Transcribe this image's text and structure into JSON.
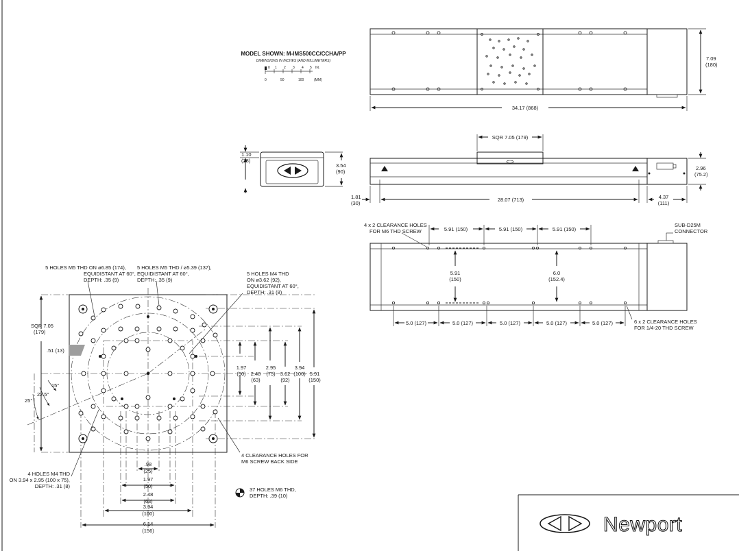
{
  "title_block": {
    "model_shown": "MODEL SHOWN: M-IMS500CC/CCHA/PP",
    "units_note": "DIMENSIONS IN INCHES (AND MILLIMETERS)",
    "scale_inch_labels": [
      "0",
      "1",
      "2",
      "3",
      "4",
      "5",
      "IN."
    ],
    "scale_mm_labels": [
      "0",
      "50",
      "100",
      "(MM)"
    ]
  },
  "top_view": {
    "height_in": "7.09",
    "height_mm": "(180)",
    "length": "34.17 (868)"
  },
  "side_view": {
    "carriage": "SQR 7.05 (179)",
    "height_in": "2.96",
    "height_mm": "(75.2)",
    "left_in": "1.81",
    "left_mm": "(30)",
    "travel": "28.07 (713)",
    "right_in": "4.37",
    "right_mm": "(111)"
  },
  "end_view": {
    "top_in": "1.10",
    "top_mm": "(28)",
    "height_in": "3.54",
    "height_mm": "(90)"
  },
  "base_view": {
    "clearance_top_1": "4 x 2 CLEARANCE HOLES",
    "clearance_top_2": "FOR M6 THD SCREW",
    "spacing_top": [
      "5.91 (150)",
      "5.91 (150)",
      "5.91 (150)"
    ],
    "connector_1": "SUB-D25M",
    "connector_2": "CONNECTOR",
    "inner_1_in": "5.91",
    "inner_1_mm": "(150)",
    "inner_2_in": "6.0",
    "inner_2_mm": "(152.4)",
    "spacing_bottom": [
      "5.0 (127)",
      "5.0 (127)",
      "5.0 (127)",
      "5.0 (127)",
      "5.0 (127)"
    ],
    "clearance_bottom_1": "6 x 2 CLEARANCE HOLES",
    "clearance_bottom_2": "FOR 1/4-20 THD SCREW"
  },
  "carriage_view": {
    "note_a": [
      "5 HOLES M5 THD ON ø6.85 (174),",
      "EQUIDISTANT AT 60°,",
      "DEPTH: .35 (9)"
    ],
    "note_b": [
      "5 HOLES M5 THD / ø5.39 (137),",
      "EQUIDISTANT AT 60°,",
      "DEPTH: .35 (9)"
    ],
    "note_c": [
      "5 HOLES M4 THD",
      "ON ø3.62 (92),",
      "EQUIDISTANT AT 60°,",
      "DEPTH: .31 (8)"
    ],
    "sqr_in": "SQR 7.05",
    "sqr_mm": "(179)",
    "offset": ".51 (13)",
    "angle_15": "15°",
    "angle_225": "22.5°",
    "angle_25": "25°",
    "v_dims": [
      {
        "in": "1.97",
        "mm": "(50)"
      },
      {
        "in": "2.48",
        "mm": "(63)"
      },
      {
        "in": "2.95",
        "mm": "(75)"
      },
      {
        "in": "3.62",
        "mm": "(92)"
      },
      {
        "in": "3.94",
        "mm": "(100)"
      },
      {
        "in": "5.91",
        "mm": "(150)"
      }
    ],
    "h_dims": [
      {
        "in": ".98",
        "mm": "(25)"
      },
      {
        "in": "1.97",
        "mm": "(50)"
      },
      {
        "in": "2.48",
        "mm": "(63)"
      },
      {
        "in": "3.94",
        "mm": "(100)"
      },
      {
        "in": "6.14",
        "mm": "(156)"
      }
    ],
    "note_back_1": "4 CLEARANCE HOLES FOR",
    "note_back_2": "M6 SCREW BACK SIDE",
    "note_m4": [
      "4 HOLES M4 THD",
      "ON 3.94 x 2.95 (100 x 75),",
      "DEPTH: .31 (8)"
    ],
    "legend_1": "37 HOLES M6 THD,",
    "legend_2": "DEPTH: .39 (10)"
  },
  "brand": "Newport"
}
